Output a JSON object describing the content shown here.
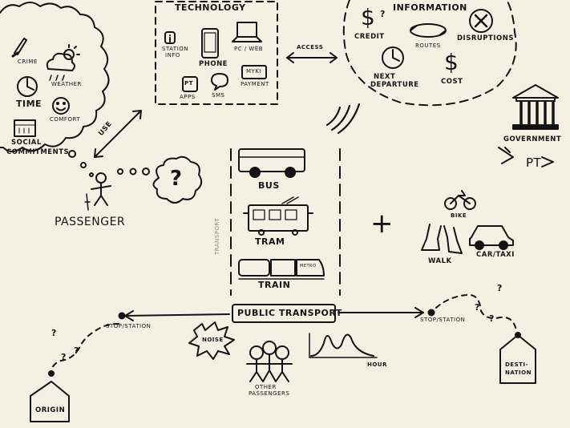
{
  "thought_cloud": {
    "crime": "CRIME",
    "weather": "WEATHER",
    "time": "TIME",
    "comfort": "COMFORT",
    "social_line1": "SOCIAL",
    "social_line2": "COMMITMENTS"
  },
  "technology": {
    "title": "TECHNOLOGY",
    "station_info_line1": "STATION",
    "station_info_line2": "INFO",
    "phone": "PHONE",
    "pc_web": "PC / WEB",
    "myki": "MYKI",
    "payment": "PAYMENT",
    "apps": "APPS",
    "sms": "SMS",
    "pt_badge": "PT"
  },
  "access": "ACCESS",
  "use": "USE",
  "information": {
    "title": "INFORMATION",
    "credit": "CREDIT",
    "routes": "ROUTES",
    "disruptions": "DISRUPTIONS",
    "next_line1": "NEXT",
    "next_line2": "DEPARTURE",
    "cost": "COST"
  },
  "government": "GOVERNMENT",
  "pt": "PT",
  "passenger": "PASSENGER",
  "question": "?",
  "transport": {
    "side_label": "TRANSPORT",
    "bus": "BUS",
    "tram": "TRAM",
    "train": "TRAIN",
    "metro": "METRO"
  },
  "plus": "+",
  "modes": {
    "bike": "BIKE",
    "walk": "WALK",
    "car_taxi": "CAR/TAXI"
  },
  "public_transport": "PUBLIC TRANSPORT",
  "stop_station": "STOP/STATION",
  "noise": "NOISE",
  "hour": "HOUR",
  "others_line1": "OTHER",
  "others_line2": "PASSENGERS",
  "origin": "ORIGIN",
  "dest_line1": "DESTI-",
  "dest_line2": "NATION"
}
